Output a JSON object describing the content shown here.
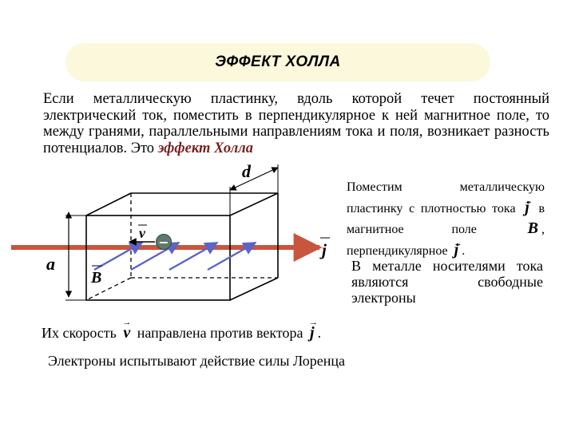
{
  "title": "ЭФФЕКТ ХОЛЛА",
  "intro": {
    "text": "Если металлическую пластинку, вдоль которой течет постоянный электрический ток, поместить в перпендикулярное к ней магнитное поле, то между гранями, параллельными направлениям тока и поля, возникает разность потенциалов. Это ",
    "term": "эффект Холла"
  },
  "right_block_1": {
    "part1": "Поместим металлическую пластинку с плотностью тока",
    "j": "j",
    "part2": "в магнитное поле",
    "B": "B",
    "comma": ",",
    "part3": "перпендикулярное",
    "j2": "j",
    "end": "."
  },
  "right_block_2": "В металле носителями тока являются свободные электроны",
  "speed_line": {
    "before": "Их скорость",
    "v": "v",
    "middle": "направлена против вектора",
    "j": "j",
    "end": "."
  },
  "lorentz_line": "Электроны испытывают действие силы Лоренца",
  "diagram": {
    "label_d": "d",
    "label_a": "a",
    "label_v": "v",
    "label_B": "B",
    "label_j": "j",
    "electron_sign": "−",
    "colors": {
      "current_arrow": "#c8553d",
      "field_arrow": "#5b64c8",
      "electron": "#5f7a6c"
    }
  }
}
